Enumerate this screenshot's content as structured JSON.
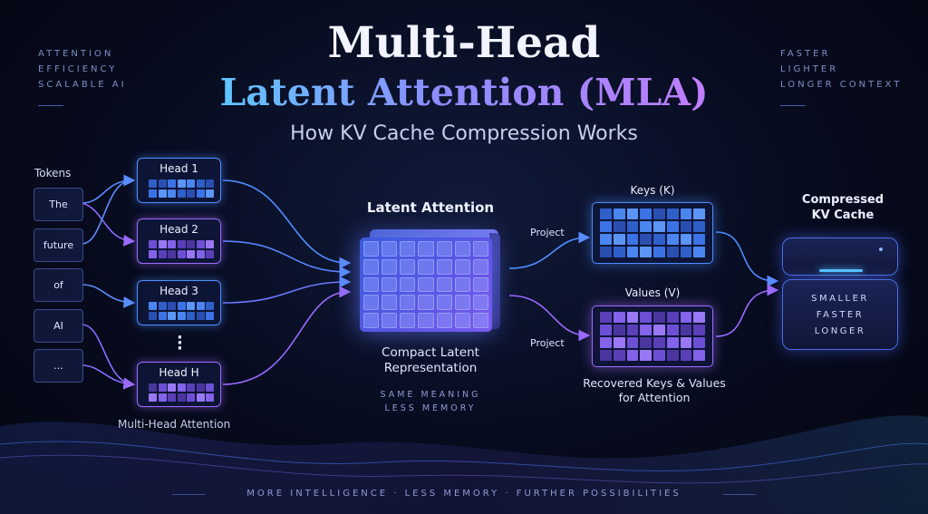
{
  "title": {
    "line1": "Multi-Head",
    "line2": "Latent Attention (MLA)",
    "subtitle": "How KV Cache Compression Works"
  },
  "left_tags": [
    "ATTENTION",
    "EFFICIENCY",
    "SCALABLE AI"
  ],
  "right_tags": [
    "FASTER",
    "LIGHTER",
    "LONGER CONTEXT"
  ],
  "tokens": {
    "label": "Tokens",
    "items": [
      "The",
      "future",
      "of",
      "AI",
      "..."
    ]
  },
  "heads": {
    "items": [
      "Head 1",
      "Head 2",
      "Head 3",
      "Head H"
    ],
    "caption": "Multi-Head Attention"
  },
  "latent": {
    "title": "Latent Attention",
    "caption_line1": "Compact Latent",
    "caption_line2": "Representation",
    "note_line1": "SAME MEANING",
    "note_line2": "LESS MEMORY"
  },
  "projections": {
    "project_label": "Project",
    "keys_title": "Keys (K)",
    "values_title": "Values (V)",
    "caption_line1": "Recovered Keys & Values",
    "caption_line2": "for Attention"
  },
  "cache": {
    "title_line1": "Compressed",
    "title_line2": "KV Cache",
    "lines": [
      "SMALLER",
      "FASTER",
      "LONGER"
    ]
  },
  "footer": "MORE INTELLIGENCE · LESS MEMORY · FURTHER POSSIBILITIES",
  "colors": {
    "blue_accent": "#4f8dff",
    "purple_accent": "#9f6bff",
    "cyan_highlight": "#55c6ff",
    "background": "#070b1e"
  }
}
